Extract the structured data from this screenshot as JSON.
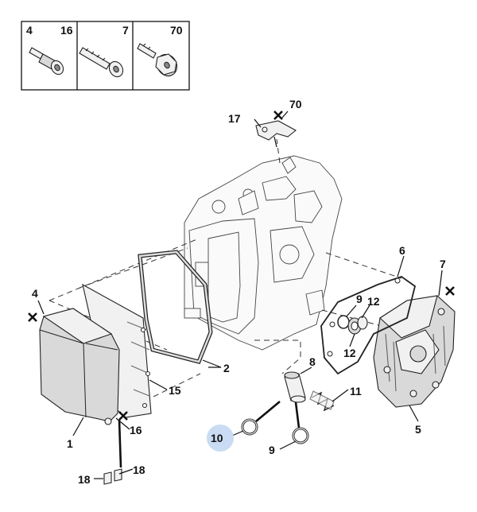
{
  "legend_box": [
    {
      "label_a": "4",
      "label_b": "16"
    },
    {
      "label_a": "",
      "label_b": "7"
    },
    {
      "label_a": "",
      "label_b": "70"
    }
  ],
  "callouts": {
    "c1": "1",
    "c2": "2",
    "c4": "4",
    "c5": "5",
    "c6": "6",
    "c7": "7",
    "c8": "8",
    "c9a": "9",
    "c9b": "9",
    "c10": "10",
    "c11": "11",
    "c12a": "12",
    "c12b": "12",
    "c15": "15",
    "c16": "16",
    "c17": "17",
    "c18a": "18",
    "c18b": "18",
    "c70": "70"
  },
  "colors": {
    "highlight": "#c9dcf3",
    "line": "#111111",
    "part_fill": "#f1f1f1"
  }
}
